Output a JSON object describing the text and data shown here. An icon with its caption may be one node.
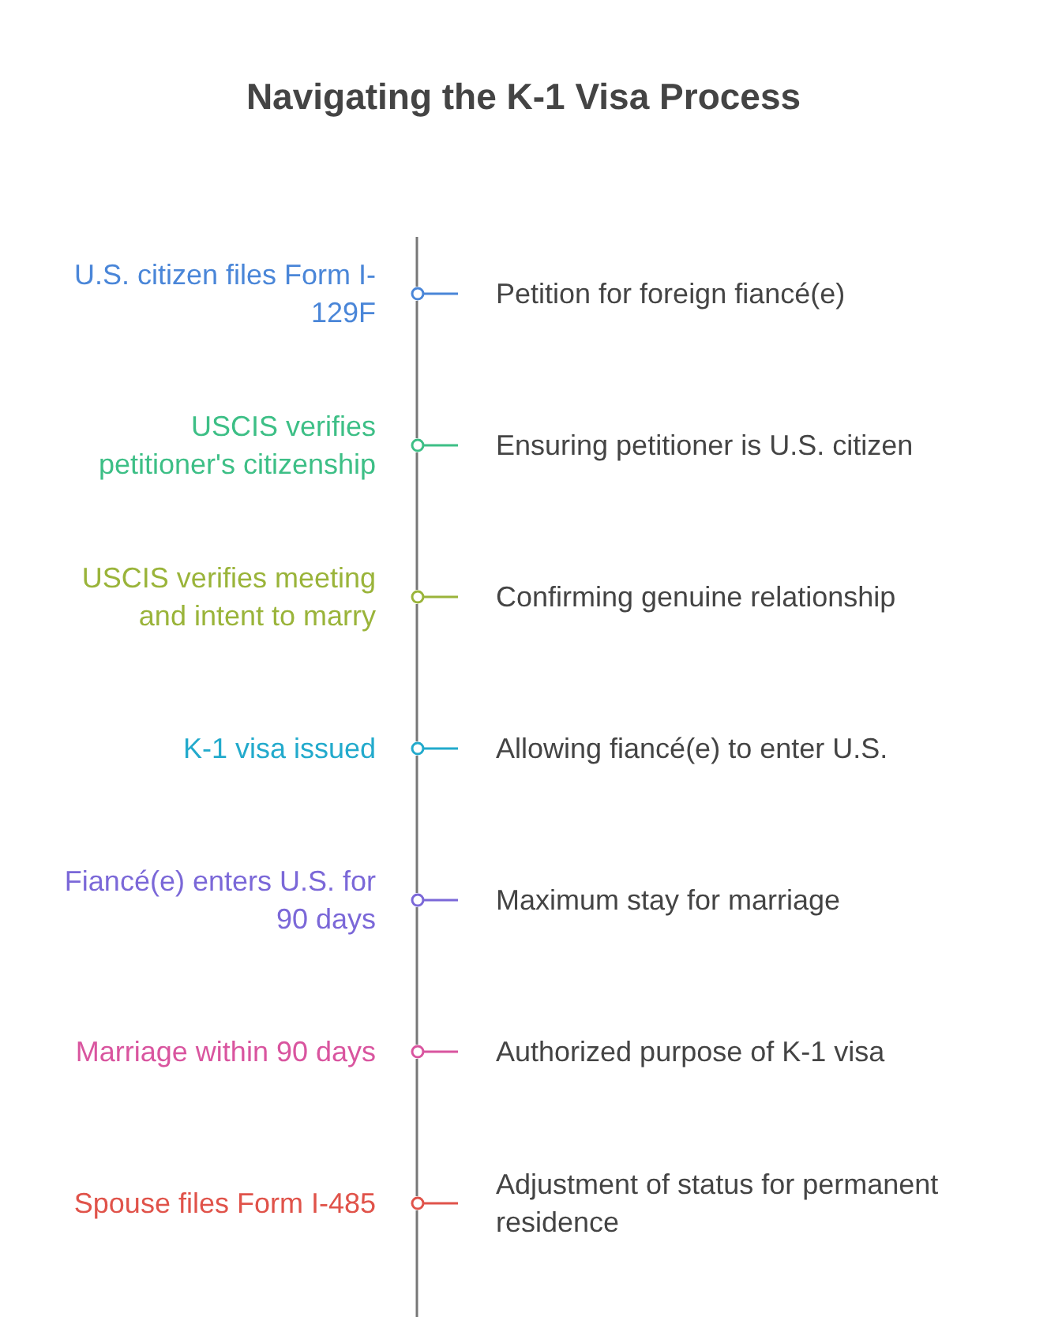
{
  "diagram": {
    "title": "Navigating the K-1 Visa Process",
    "nodes": [
      {
        "text": [
          "U.S. citizen files Form I-129F",
          "Petition for foreign fiancé(e)"
        ]
      },
      {
        "text": [
          "USCIS verifies petitioner's citizenship",
          "Ensuring petitioner is U.S. citizen"
        ]
      },
      {
        "text": [
          "USCIS verifies meeting and intent to marry",
          "Confirming genuine relationship"
        ]
      },
      {
        "text": [
          "K-1 visa issued",
          "Allowing fiancé(e) to enter U.S."
        ]
      },
      {
        "text": [
          "Fiancé(e) enters U.S. for 90 days",
          "Maximum stay for marriage"
        ]
      },
      {
        "text": [
          "Marriage within 90 days",
          "Authorized purpose of K-1 visa"
        ]
      },
      {
        "text": [
          "Spouse files Form I-485",
          "Adjustment of status for permanent residence"
        ]
      }
    ],
    "edges": [
      {
        "from": 0,
        "to": 1,
        "arrow": "none"
      },
      {
        "from": 1,
        "to": 2,
        "arrow": "none"
      },
      {
        "from": 2,
        "to": 3,
        "arrow": "none"
      },
      {
        "from": 3,
        "to": 4,
        "arrow": "none"
      },
      {
        "from": 4,
        "to": 5,
        "arrow": "none"
      },
      {
        "from": 5,
        "to": 6,
        "arrow": "none"
      }
    ]
  }
}
